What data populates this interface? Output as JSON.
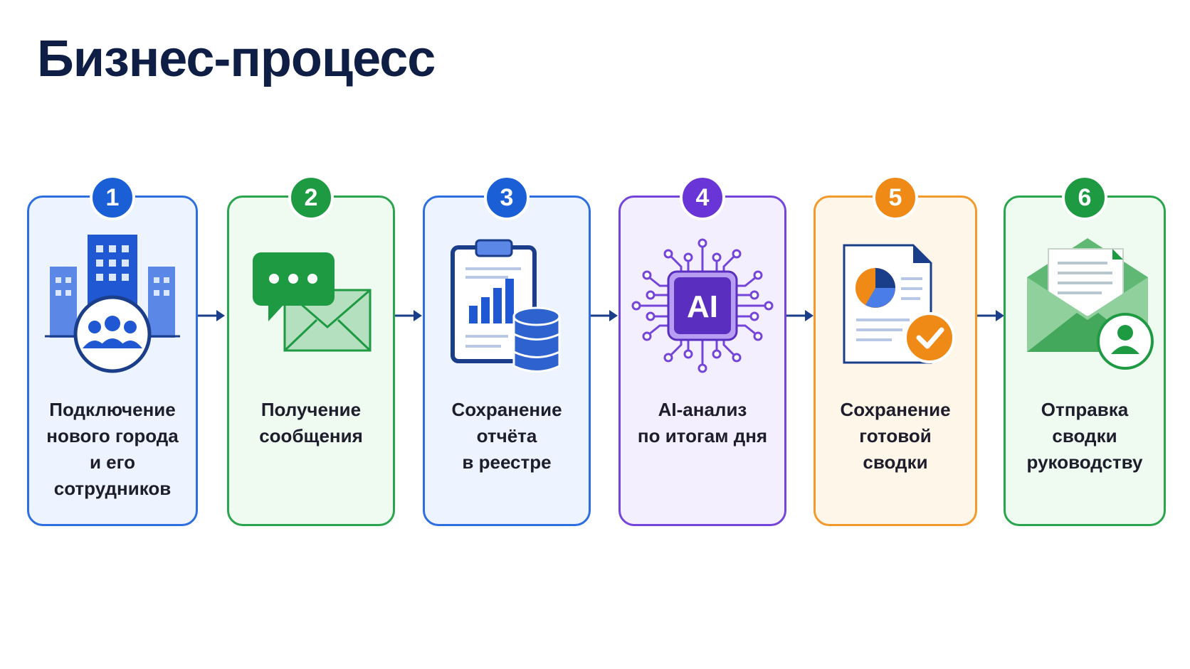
{
  "title": "Бизнес-процесс",
  "steps": [
    {
      "number": "1",
      "label": "Подключение\nнового города\nи его\nсотрудников",
      "color": "#1a5fd6",
      "icon": "city-team-icon"
    },
    {
      "number": "2",
      "label": "Получение\nсообщения",
      "color": "#1e9a43",
      "icon": "message-envelope-icon"
    },
    {
      "number": "3",
      "label": "Сохранение\nотчёта\nв реестре",
      "color": "#1a5fd6",
      "icon": "report-database-icon"
    },
    {
      "number": "4",
      "label": "AI-анализ\nпо итогам дня",
      "color": "#6a35d6",
      "icon": "ai-chip-icon"
    },
    {
      "number": "5",
      "label": "Сохранение\nготовой\nсводки",
      "color": "#f08a16",
      "icon": "document-check-icon"
    },
    {
      "number": "6",
      "label": "Отправка\nсводки\nруководству",
      "color": "#1e9a43",
      "icon": "envelope-user-icon"
    }
  ],
  "ai_chip_text": "AI",
  "colors": {
    "title": "#0f1e45",
    "arrow": "#1b3e8a"
  }
}
